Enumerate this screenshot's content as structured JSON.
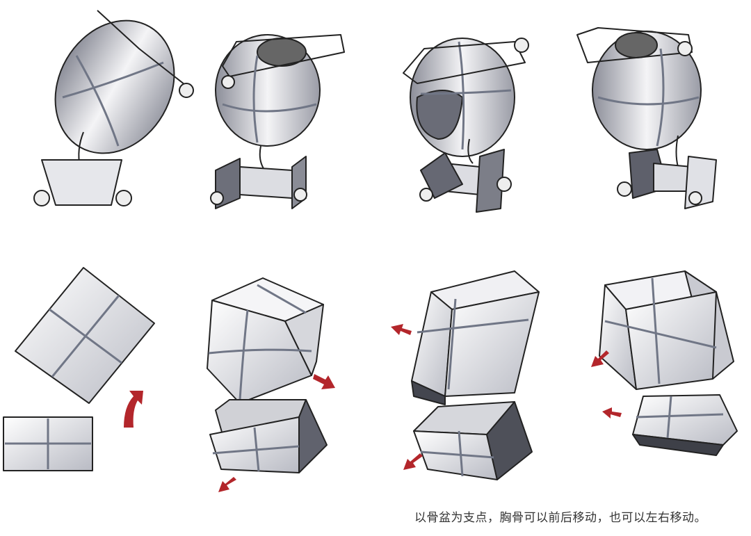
{
  "caption": "以骨盆为支点，胸骨可以前后移动，也可以左右移动。",
  "colors": {
    "arrow": "#b3262b",
    "shade_light": "#e4e5ea",
    "shade_dark": "#6b6d78",
    "grid": "#707686"
  },
  "figures": [
    "torso-side-view",
    "torso-three-quarter-front",
    "torso-back-view",
    "torso-three-quarter-back"
  ],
  "box_diagrams": [
    "box-tilt-side",
    "box-tilt-forward",
    "box-tilt-back",
    "box-tilt-lateral"
  ]
}
